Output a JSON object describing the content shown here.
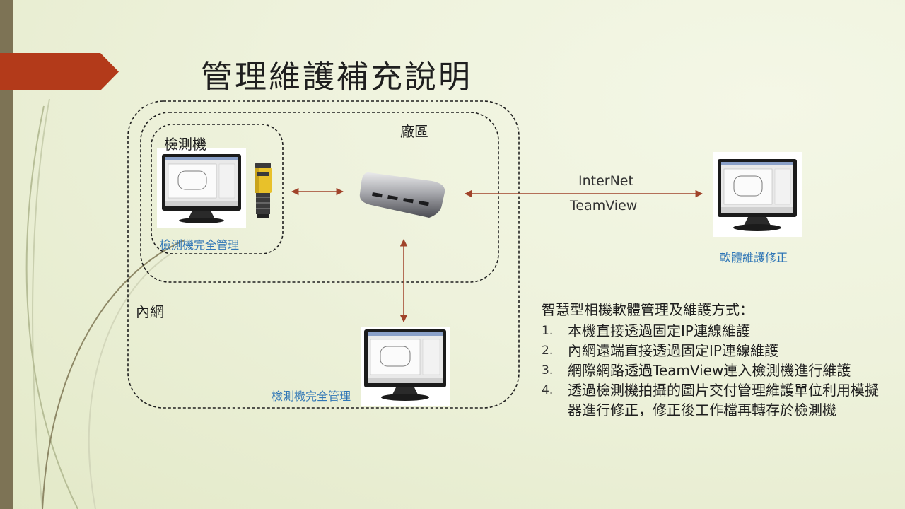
{
  "slide": {
    "title": "管理維護補充說明"
  },
  "diagram": {
    "zones": {
      "factory_label": "廠區",
      "inspection_machine_label": "檢測機",
      "intranet_label": "內網"
    },
    "nodes": {
      "local_monitor_caption": "檢測機完全管理",
      "intranet_monitor_caption": "檢測機完全管理",
      "remote_monitor_caption": "軟體維護修正"
    },
    "links": {
      "internet_label": "InterNet",
      "teamview_label": "TeamView"
    },
    "colors": {
      "arrow": "#a0432a",
      "accent_red": "#b33a1a",
      "caption_blue": "#2e75b6"
    }
  },
  "description": {
    "heading": "智慧型相機軟體管理及維護方式：",
    "items": [
      {
        "num": "1.",
        "text": "本機直接透過固定IP連線維護"
      },
      {
        "num": "2.",
        "text": "內網遠端直接透過固定IP連線維護"
      },
      {
        "num": "3.",
        "text": "網際網路透過TeamView連入檢測機進行維護"
      },
      {
        "num": "4.",
        "text": "透過檢測機拍攝的圖片交付管理維護單位利用模擬器進行修正，修正後工作檔再轉存於檢測機"
      }
    ]
  }
}
